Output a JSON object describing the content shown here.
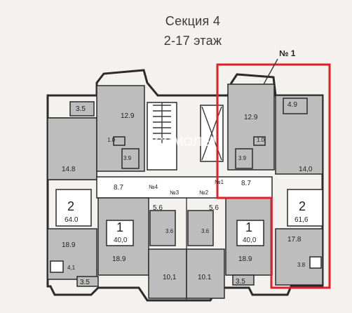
{
  "header": {
    "section": "Секция 4",
    "floors": "2-17 этаж"
  },
  "marker": {
    "label": "№ 1",
    "color": "#e0202a"
  },
  "watermark": {
    "text": "СОМОЛЕТ"
  },
  "hall_labels": [
    "№4",
    "№3",
    "№2",
    "№1"
  ],
  "areas": {
    "a3_5_top": "3.5",
    "a12_9_left": "12.9",
    "a14_8": "14.8",
    "a1_0_left": "1.0",
    "a3_9_left": "3.9",
    "a8_7_left": "8.7",
    "a64_0": "64.0",
    "a18_9_left": "18.9",
    "a4_1": "4,1",
    "a3_5_bottom_left": "3.5",
    "a40_0_left": "40,0",
    "a5_6_left": "5.6",
    "a3_6_left": "3.6",
    "a18_9_mid": "18.9",
    "a10_1_left": "10,1",
    "a3_6_right": "3.6",
    "a5_6_right": "5.6",
    "a10_1_right": "10.1",
    "a40_0_right": "40,0",
    "a18_9_right": "18.9",
    "a3_5_bottom_right": "3.5",
    "a12_9_right": "12.9",
    "a4_9": "4.9",
    "a1_0_right": "1.0",
    "a3_9_right": "3.9",
    "a14_0": "14,0",
    "a8_7_right": "8.7",
    "a61_6": "61,6",
    "a17_8": "17.8",
    "a3_8": "3.8"
  },
  "rooms": {
    "apt_left_big": "2",
    "apt_left_small": "1",
    "apt_right_small": "1",
    "apt_right_big": "2"
  }
}
